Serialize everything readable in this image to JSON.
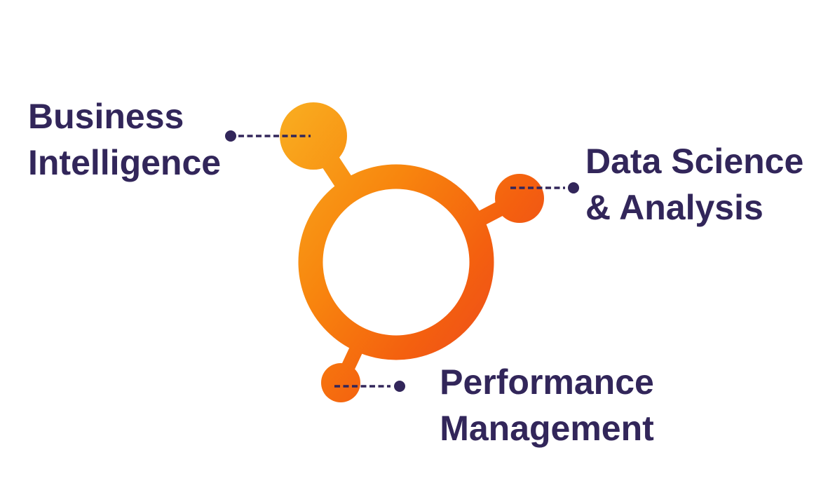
{
  "diagram": {
    "background": "#FFFFFF",
    "logo": {
      "name": "orange-molecule-ring-logo",
      "description_colors": {
        "gradient_start": "#F9A91E",
        "gradient_mid1": "#F8860E",
        "gradient_mid2": "#F4600F",
        "gradient_end": "#EC4A1D"
      }
    },
    "connector_color": "#32265A",
    "label_text_color": "#32265A",
    "labels": [
      {
        "id": "business-intelligence",
        "line1": "Business",
        "line2": "Intelligence"
      },
      {
        "id": "data-science-analysis",
        "line1": "Data Science",
        "line2": "& Analysis"
      },
      {
        "id": "performance-management",
        "line1": "Performance",
        "line2": "Management"
      }
    ]
  }
}
